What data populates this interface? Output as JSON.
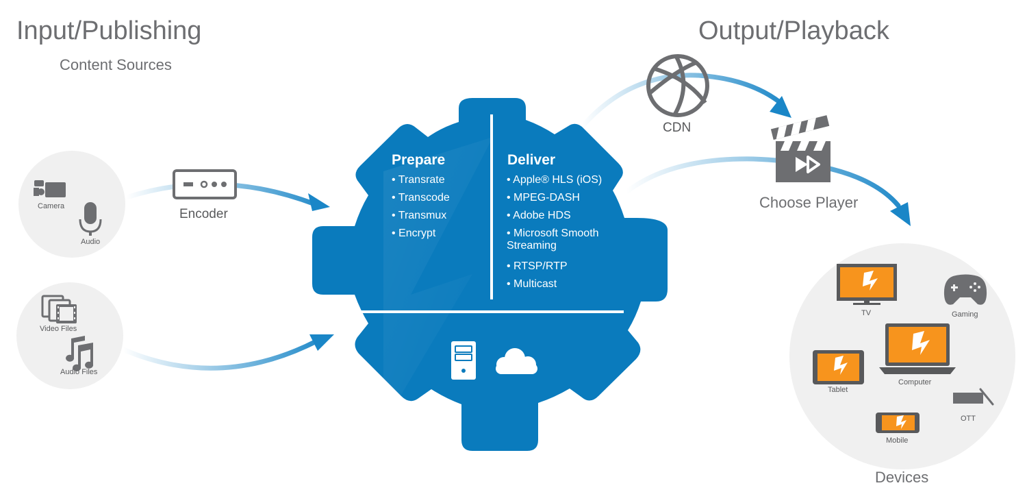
{
  "input": {
    "title": "Input/Publishing",
    "subtitle": "Content Sources",
    "sources": {
      "camera": "Camera",
      "audio": "Audio",
      "video_files": "Video Files",
      "audio_files": "Audio Files"
    },
    "encoder": "Encoder"
  },
  "gear": {
    "prepare": {
      "title": "Prepare",
      "items": [
        "Transrate",
        "Transcode",
        "Transmux",
        "Encrypt"
      ]
    },
    "deliver": {
      "title": "Deliver",
      "items": [
        "Apple® HLS (iOS)",
        "MPEG-DASH",
        "Adobe HDS",
        "Microsoft Smooth Streaming",
        "RTSP/RTP",
        "Multicast"
      ]
    }
  },
  "output": {
    "title": "Output/Playback",
    "cdn": "CDN",
    "choose_player": "Choose Player",
    "devices": {
      "title": "Devices",
      "tv": "TV",
      "gaming": "Gaming",
      "tablet": "Tablet",
      "computer": "Computer",
      "ott": "OTT",
      "mobile": "Mobile"
    }
  },
  "colors": {
    "gear_blue": "#0a7bbd",
    "arrow_blue": "#1a86c7",
    "circle_gray": "#f0f0f0",
    "icon_gray": "#6d6e71",
    "screen_orange": "#f7941d"
  }
}
